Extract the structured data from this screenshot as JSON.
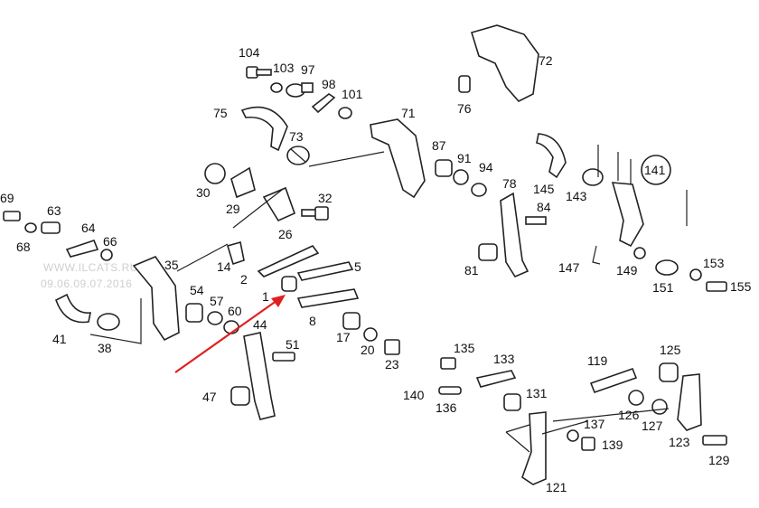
{
  "watermark": {
    "line1": "WWW.ILCATS.RU",
    "line2": "09.06.09.07.2016"
  },
  "labels": [
    "104",
    "103",
    "97",
    "98",
    "101",
    "75",
    "71",
    "72",
    "76",
    "73",
    "87",
    "91",
    "94",
    "30",
    "29",
    "32",
    "26",
    "78",
    "84",
    "145",
    "143",
    "141",
    "63",
    "64",
    "66",
    "69",
    "68",
    "35",
    "14",
    "2",
    "5",
    "54",
    "57",
    "60",
    "1",
    "44",
    "8",
    "17",
    "20",
    "23",
    "81",
    "147",
    "149",
    "153",
    "151",
    "155",
    "41",
    "38",
    "51",
    "47",
    "135",
    "133",
    "131",
    "140",
    "136",
    "119",
    "125",
    "126",
    "127",
    "123",
    "137",
    "139",
    "129",
    "121"
  ],
  "highlight_color": "#e02020"
}
